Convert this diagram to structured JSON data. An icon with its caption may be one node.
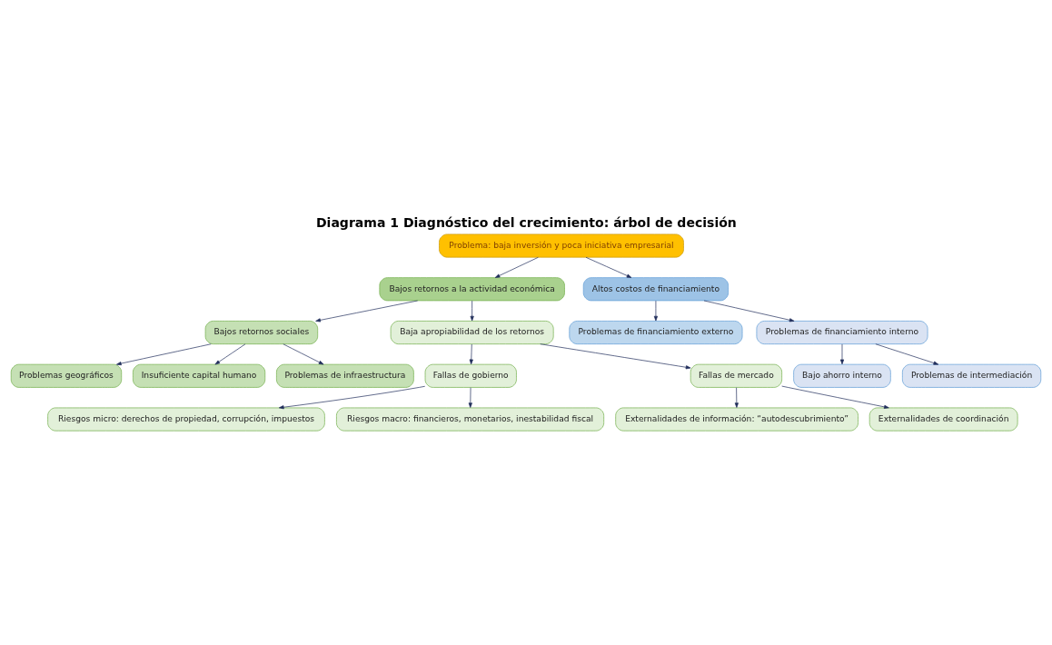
{
  "diagram": {
    "title": "Diagrama 1 Diagnóstico del crecimiento: árbol de decisión",
    "nodes": [
      {
        "text": [
          "Problema: baja inversión y poca iniciativa empresarial"
        ]
      },
      {
        "text": [
          "Bajos retornos a la actividad económica"
        ]
      },
      {
        "text": [
          "Altos costos de financiamiento"
        ]
      },
      {
        "text": [
          "Bajos retornos sociales"
        ]
      },
      {
        "text": [
          "Baja apropiabilidad de los retornos"
        ]
      },
      {
        "text": [
          "Problemas de financiamiento externo"
        ]
      },
      {
        "text": [
          "Problemas de financiamiento interno"
        ]
      },
      {
        "text": [
          "Fallas de gobierno"
        ]
      },
      {
        "text": [
          "Fallas de mercado"
        ]
      },
      {
        "text": [
          "Bajo ahorro interno"
        ]
      },
      {
        "text": [
          "Problemas de intermediación"
        ]
      },
      {
        "text": [
          "Problemas geográficos"
        ]
      },
      {
        "text": [
          "Insuficiente capital humano"
        ]
      },
      {
        "text": [
          "Problemas de infraestructura"
        ]
      },
      {
        "text": [
          "Externalidades de información: “autodescubrimiento”"
        ]
      },
      {
        "text": [
          "Externalidades de coordinación"
        ]
      },
      {
        "text": [
          "Riesgos micro: derechos de propiedad, corrupción, impuestos"
        ]
      },
      {
        "text": [
          "Riesgos macro: financieros, monetarios, inestabilidad fiscal"
        ]
      }
    ],
    "edges": [
      {
        "from": 0,
        "to": 1,
        "arrow": "to"
      },
      {
        "from": 0,
        "to": 2,
        "arrow": "to"
      },
      {
        "from": 1,
        "to": 3,
        "arrow": "to"
      },
      {
        "from": 1,
        "to": 4,
        "arrow": "to"
      },
      {
        "from": 2,
        "to": 5,
        "arrow": "to"
      },
      {
        "from": 2,
        "to": 6,
        "arrow": "to"
      },
      {
        "from": 4,
        "to": 7,
        "arrow": "to"
      },
      {
        "from": 4,
        "to": 8,
        "arrow": "to"
      },
      {
        "from": 6,
        "to": 9,
        "arrow": "to"
      },
      {
        "from": 6,
        "to": 10,
        "arrow": "to"
      },
      {
        "from": 3,
        "to": 11,
        "arrow": "to"
      },
      {
        "from": 3,
        "to": 12,
        "arrow": "to"
      },
      {
        "from": 3,
        "to": 13,
        "arrow": "to"
      },
      {
        "from": 8,
        "to": 14,
        "arrow": "to"
      },
      {
        "from": 8,
        "to": 15,
        "arrow": "to"
      },
      {
        "from": 7,
        "to": 16,
        "arrow": "to"
      },
      {
        "from": 7,
        "to": 17,
        "arrow": "to"
      }
    ]
  }
}
